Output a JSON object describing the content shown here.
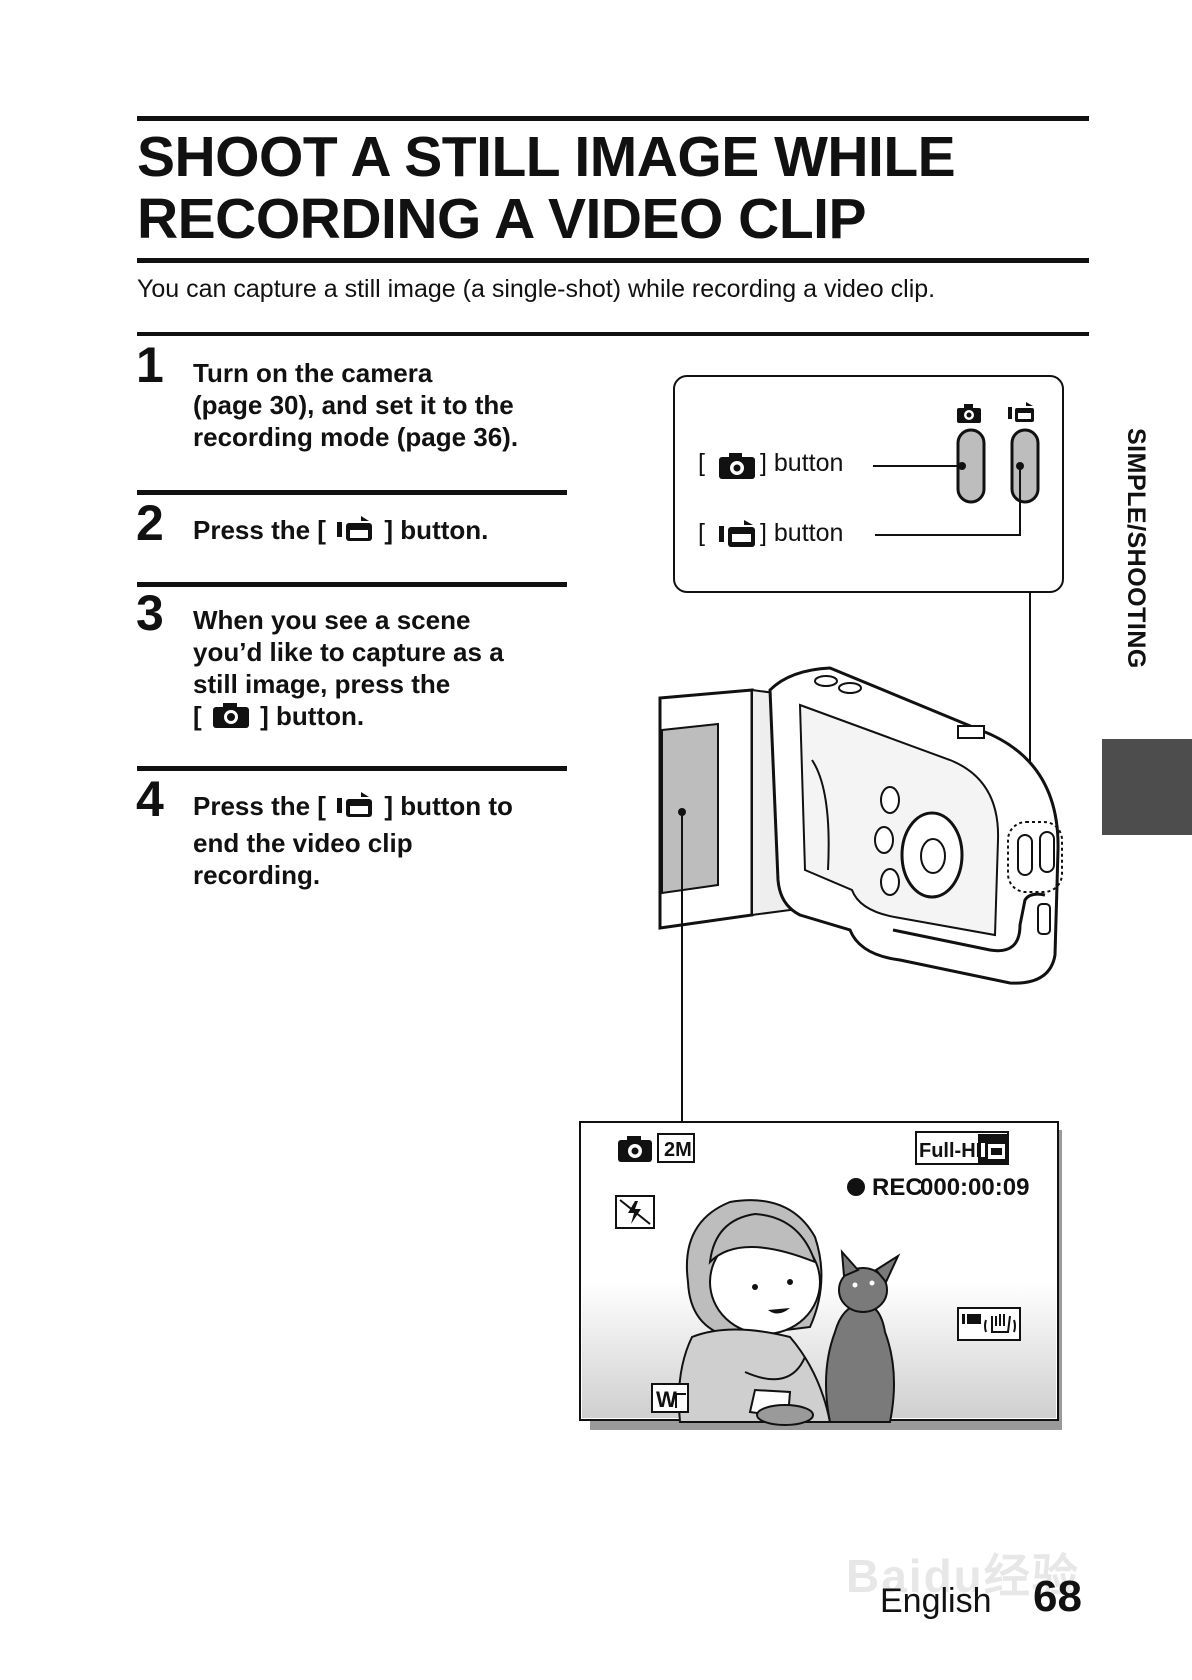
{
  "header": {
    "title_line1": "SHOOT A STILL IMAGE WHILE",
    "title_line2": "RECORDING A VIDEO CLIP",
    "intro": "You can capture a still image (a single-shot) while recording a video clip."
  },
  "steps": [
    {
      "number": "1",
      "lines": [
        "Turn on the camera",
        "(page 30), and set it to the",
        "recording mode (page 36)."
      ]
    },
    {
      "number": "2",
      "prefix": "Press the [",
      "suffix": "] button."
    },
    {
      "number": "3",
      "lines": [
        "When you see a scene",
        "you’d like to capture as a",
        "still image, press the"
      ],
      "last_prefix": "[",
      "last_suffix": "] button."
    },
    {
      "number": "4",
      "prefix": "Press the [",
      "suffix": "] button to",
      "lines": [
        "end the video clip",
        "recording."
      ]
    }
  ],
  "button_panel": {
    "photo_open": "[",
    "photo_close": "] button",
    "video_open": "[",
    "video_close": "] button"
  },
  "screen_overlay": {
    "resolution": "2M",
    "quality": "Full-HD",
    "rec_label": "REC",
    "timecode": "000:00:09",
    "zoom_indicator": "W"
  },
  "side_tab": {
    "label": "SIMPLE/SHOOTING"
  },
  "footer": {
    "language": "English",
    "page_number": "68"
  },
  "watermark": {
    "text": "Baidu经验"
  },
  "icons": [
    "photo-camera-icon",
    "video-camera-icon",
    "flash-off-icon",
    "stabilizer-icon"
  ],
  "colors": {
    "text": "#111111",
    "side_tab": "#4d4d4d",
    "button_fill": "#bdbdbd"
  }
}
